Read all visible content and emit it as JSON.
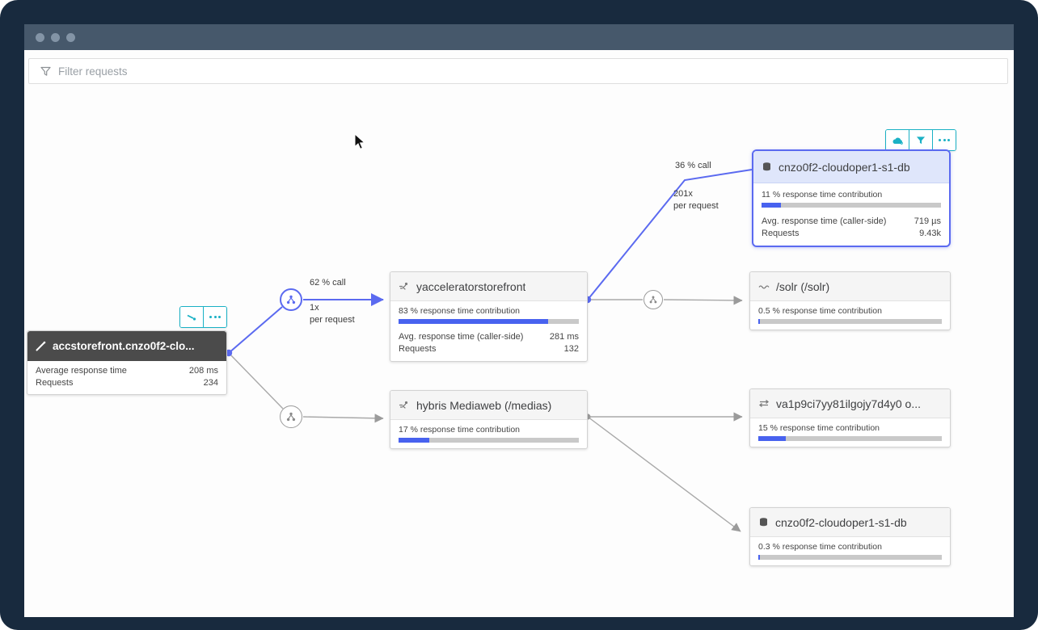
{
  "window": {
    "filter_placeholder": "Filter requests"
  },
  "colors": {
    "accent_blue": "#5b6af0",
    "bar_fill_blue": "#4862ef",
    "bar_track_gray": "#c9c9c9",
    "teal_accent": "#1ab1c5",
    "frame_navy": "#182a3e",
    "titlebar_slate": "#46586b",
    "selected_header_bg": "#dfe6fb",
    "dark_header_bg": "#4b4b4b"
  },
  "edges": {
    "main_branch": {
      "call_percent": "62 % call",
      "multiplier": "1x",
      "per_request": "per request"
    },
    "db_branch": {
      "call_percent": "36 % call",
      "multiplier": "201x",
      "per_request": "per request"
    }
  },
  "nodes": {
    "source": {
      "title": "accstorefront.cnzo0f2-clo...",
      "stats": [
        {
          "label": "Average response time",
          "value": "208 ms"
        },
        {
          "label": "Requests",
          "value": "234"
        }
      ]
    },
    "storefront": {
      "title": "yacceleratorstorefront",
      "contribution_label": "83 % response time contribution",
      "contribution_pct": 83,
      "stats": [
        {
          "label": "Avg. response time (caller-side)",
          "value": "281 ms"
        },
        {
          "label": "Requests",
          "value": "132"
        }
      ]
    },
    "db_selected": {
      "title": "cnzo0f2-cloudoper1-s1-db",
      "contribution_label": "11 % response time contribution",
      "contribution_pct": 11,
      "stats": [
        {
          "label": "Avg. response time (caller-side)",
          "value": "719 µs"
        },
        {
          "label": "Requests",
          "value": "9.43k"
        }
      ]
    },
    "solr": {
      "title": "/solr (/solr)",
      "contribution_label": "0.5 % response time contribution",
      "contribution_pct": 0.5
    },
    "mediaweb": {
      "title": "hybris Mediaweb (/medias)",
      "contribution_label": "17 % response time contribution",
      "contribution_pct": 17
    },
    "va_service": {
      "title": "va1p9ci7yy81ilgojy7d4y0 o...",
      "contribution_label": "15 % response time contribution",
      "contribution_pct": 15
    },
    "db_bottom": {
      "title": "cnzo0f2-cloudoper1-s1-db",
      "contribution_label": "0.3 % response time contribution",
      "contribution_pct": 0.3
    }
  }
}
